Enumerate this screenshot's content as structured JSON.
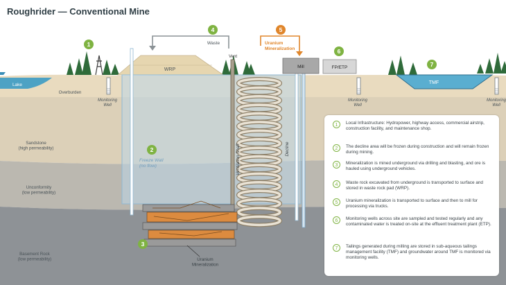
{
  "title": "Roughrider — Conventional Mine",
  "colors": {
    "green_badge": "#7fb342",
    "orange_badge": "#e0862b",
    "ore_fill": "#dc8b3f",
    "freeze_wall": "#bcd6e8",
    "overburden": "#e9dbbf",
    "sandstone": "#dcd0b8",
    "unconformity": "#bbb8b0",
    "basement": "#8e9296",
    "lake": "#4da2c4"
  },
  "badges": [
    "1",
    "2",
    "3",
    "4",
    "5",
    "6",
    "7"
  ],
  "labels": {
    "waste": "Waste",
    "uranium_mineralization_top": "Uranium\nMineralization",
    "wrp": "WRP",
    "mill": "Mill",
    "fp_etp": "FP/ETP",
    "tmf": "TMF",
    "vent": "Vent",
    "lake": "Lake",
    "overburden": "Overburden",
    "monitoring_well": "Monitoring\nWell",
    "sandstone": "Sandstone\n(high permeability)",
    "unconformity": "Unconformity\n(low permeability)",
    "basement_rock": "Basement Rock\n(low permeability)",
    "freeze_wall": "Freeze Wall\n(no flow)",
    "ventilation_shaft": "Ventilation Shaft",
    "decline": "Decline",
    "uranium_mineralization_bottom": "Uranium\nMineralization"
  },
  "legend": [
    {
      "num": "1",
      "text": "Local Infrastructure: Hydropower, highway access, commercial airstrip, construction facility, and maintenance shop."
    },
    {
      "num": "2",
      "text": "The decline area will be frozen during construction and will remain frozen during mining."
    },
    {
      "num": "3",
      "text": "Mineralization is mined underground via drilling and blasting, and ore is hauled using underground vehicles."
    },
    {
      "num": "4",
      "text": "Waste rock excavated from underground is transported to surface and stored in waste rock pad (WRP)."
    },
    {
      "num": "5",
      "text": "Uranium mineralization is transported to surface and then to mill for processing via trucks."
    },
    {
      "num": "6",
      "text": "Monitoring wells across site are sampled and tested regularly and any contaminated water is treated on-site at the effluent treatment plant (ETP)."
    },
    {
      "num": "7",
      "text": "Tailings generated during milling are stored in sub-aqueous tailings management facility (TMF) and groundwater around TMF is monitored via monitoring wells."
    }
  ]
}
